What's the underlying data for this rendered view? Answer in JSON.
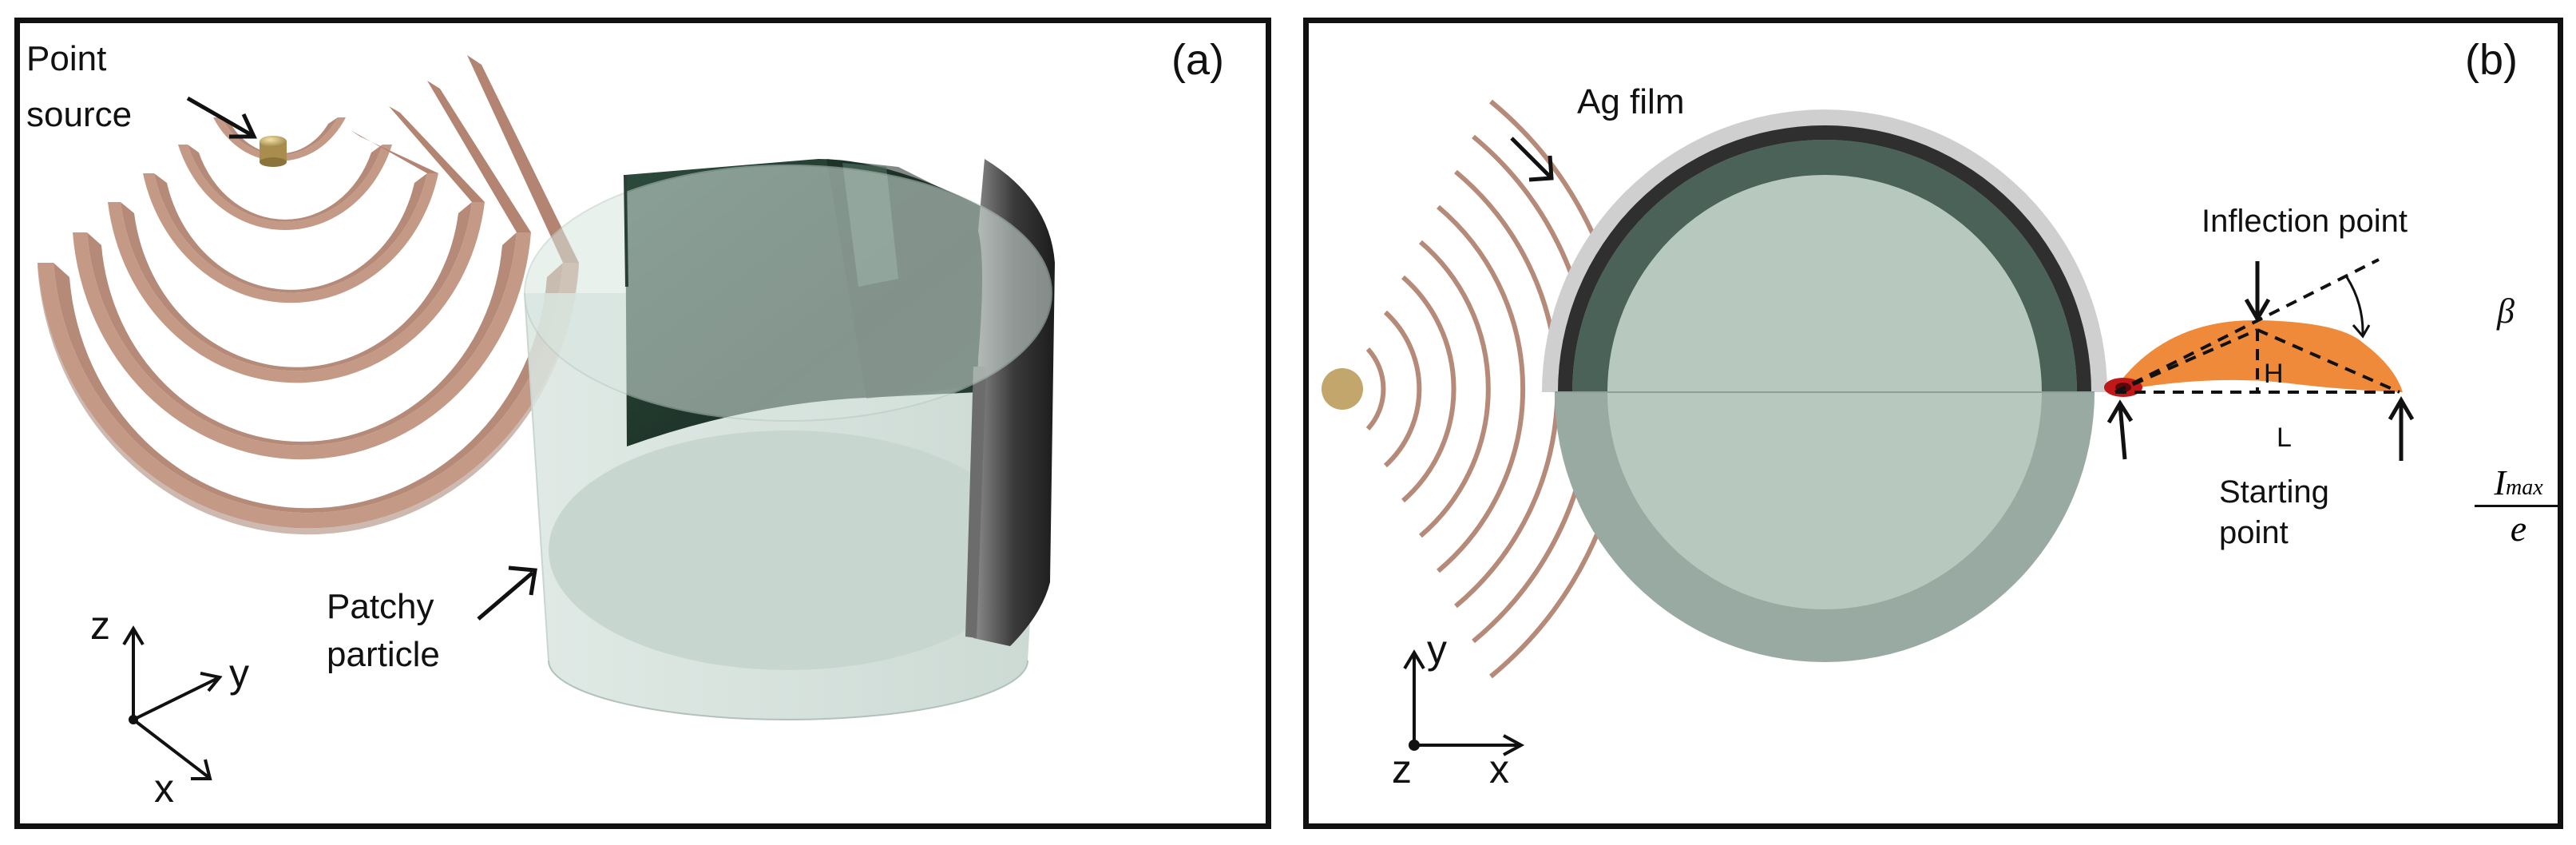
{
  "panel_a": {
    "label": "(a)",
    "point_source": [
      "Point",
      "source"
    ],
    "patchy_particle": [
      "Patchy",
      "particle"
    ],
    "axes": {
      "z": "z",
      "y": "y",
      "x": "x"
    }
  },
  "panel_b": {
    "label": "(b)",
    "ag_film": "Ag film",
    "inflection_point": "Inflection point",
    "starting_point": [
      "Starting",
      "point"
    ],
    "beta": "β",
    "H": "H",
    "L": "L",
    "i_max_num": "I",
    "i_max_sub": "max",
    "i_max_den": "e",
    "axes": {
      "y": "y",
      "z": "z",
      "x": "x"
    }
  },
  "colors": {
    "copper": "#c49a86",
    "gold_source": "#c8ac6a",
    "glass": "#cfe0d9",
    "dark_film": "#2a3f35",
    "silver": "#cfcfcf",
    "orange_jet": "#ef8a3a",
    "red_start": "#c01818"
  }
}
